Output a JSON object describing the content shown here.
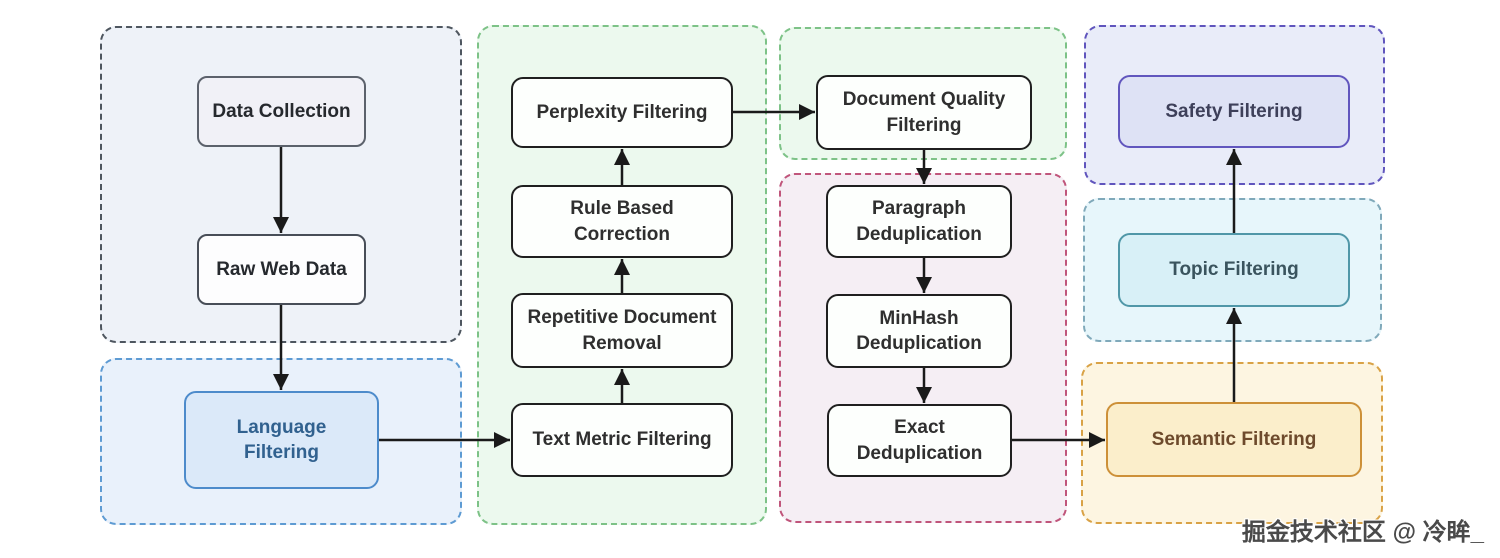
{
  "watermark": "掘金技术社区 @ 冷眸_",
  "diagram": {
    "type": "flowchart",
    "stages": [
      {
        "name": "data-collection",
        "accent": "#4e565f",
        "fill": "#eef2f8",
        "nodes": [
          "Data Collection",
          "Raw Web Data"
        ]
      },
      {
        "name": "language-filtering",
        "accent": "#5e9bd3",
        "fill": "#e9f1fb",
        "nodes": [
          "Language\nFiltering"
        ]
      },
      {
        "name": "heuristic-filtering",
        "accent": "#7dc287",
        "fill": "#ecf9ee",
        "nodes": [
          "Text Metric Filtering",
          "Repetitive Document\nRemoval",
          "Rule Based\nCorrection",
          "Perplexity Filtering"
        ]
      },
      {
        "name": "document-quality-filtering",
        "accent": "#7dc287",
        "fill": "#ecf9ee",
        "nodes": [
          "Document Quality\nFiltering"
        ]
      },
      {
        "name": "deduplication",
        "accent": "#c0557b",
        "fill": "#f5eef4",
        "nodes": [
          "Paragraph\nDeduplication",
          "MinHash\nDeduplication",
          "Exact\nDeduplication"
        ]
      },
      {
        "name": "semantic-filtering",
        "accent": "#d9a246",
        "fill": "#fdf5e1",
        "nodes": [
          "Semantic Filtering"
        ]
      },
      {
        "name": "topic-filtering",
        "accent": "#80a9ba",
        "fill": "#e7f6fb",
        "nodes": [
          "Topic Filtering"
        ]
      },
      {
        "name": "safety-filtering",
        "accent": "#6055bd",
        "fill": "#e9ecf9",
        "nodes": [
          "Safety Filtering"
        ]
      }
    ],
    "edges": [
      {
        "from": "Data Collection",
        "to": "Raw Web Data"
      },
      {
        "from": "Raw Web Data",
        "to": "Language Filtering"
      },
      {
        "from": "Language Filtering",
        "to": "Text Metric Filtering"
      },
      {
        "from": "Text Metric Filtering",
        "to": "Repetitive Document Removal"
      },
      {
        "from": "Repetitive Document Removal",
        "to": "Rule Based Correction"
      },
      {
        "from": "Rule Based Correction",
        "to": "Perplexity Filtering"
      },
      {
        "from": "Perplexity Filtering",
        "to": "Document Quality Filtering"
      },
      {
        "from": "Document Quality Filtering",
        "to": "Paragraph Deduplication"
      },
      {
        "from": "Paragraph Deduplication",
        "to": "MinHash Deduplication"
      },
      {
        "from": "MinHash Deduplication",
        "to": "Exact Deduplication"
      },
      {
        "from": "Exact Deduplication",
        "to": "Semantic Filtering"
      },
      {
        "from": "Semantic Filtering",
        "to": "Topic Filtering"
      },
      {
        "from": "Topic Filtering",
        "to": "Safety Filtering"
      }
    ],
    "node_colors": {
      "language_filtering": {
        "fill": "#dbe9f9",
        "border": "#4d8bcb",
        "text": "#31618f"
      },
      "semantic_filtering": {
        "fill": "#fbeecb",
        "border": "#cd9038",
        "text": "#6d4a2c"
      },
      "topic_filtering": {
        "fill": "#d8f0f7",
        "border": "#5097a8",
        "text": "#3a545e"
      },
      "safety_filtering": {
        "fill": "#dee2f5",
        "border": "#6156be",
        "text": "#3e405a"
      },
      "default_node": {
        "fill": "#fdfffd",
        "border": "#1f1f1f",
        "text": "#2f2f2f"
      },
      "arrow": "#1a1a1a"
    }
  }
}
